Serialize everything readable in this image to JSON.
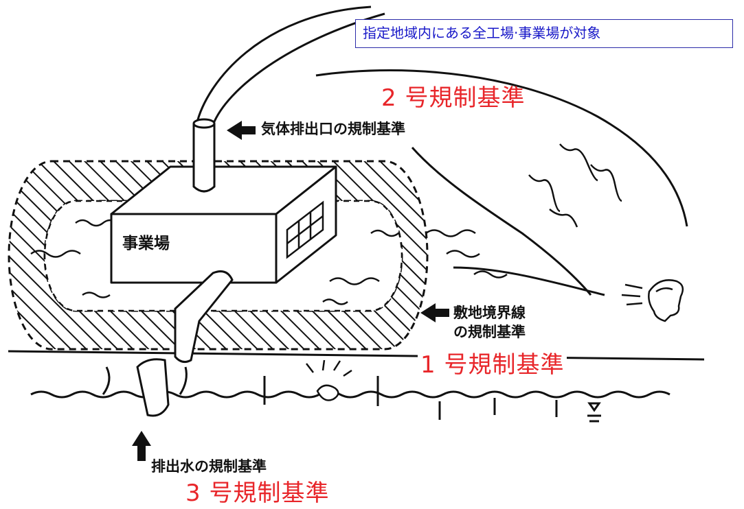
{
  "scope_note": "指定地域内にある全工場·事業場が対象",
  "standards": {
    "no1": "1 号規制基準",
    "no2": "2 号規制基準",
    "no3": "3 号規制基準"
  },
  "labels": {
    "gas_outlet": "気体排出口の規制基準",
    "factory": "事業場",
    "boundary_line1": "敷地境界線",
    "boundary_line2": "の規制基準",
    "effluent": "排出水の規制基準"
  },
  "colors": {
    "standard_text": "#e8262a",
    "scope_text": "#1818c8",
    "scope_border": "#2a2aa8",
    "ink": "#111111"
  }
}
